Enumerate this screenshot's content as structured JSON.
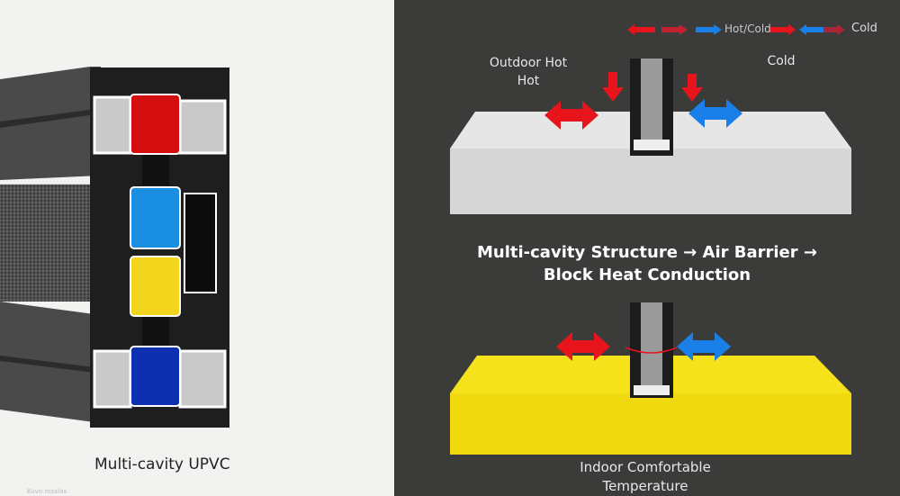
{
  "left_panel": {
    "caption": "Multi-cavity UPVC",
    "watermark": "Kuvo rosalas",
    "chamber_colors": [
      "#d40e0e",
      "#1a8ee0",
      "#f2d51c",
      "#0d2fb0"
    ]
  },
  "right_panel": {
    "legend": {
      "mid_label": "Hot/Cold",
      "end_label": "Cold"
    },
    "top_diagram": {
      "outdoor_label_line1": "Outdoor Hot",
      "outdoor_label_line2": "Hot",
      "cold_label": "Cold"
    },
    "headline": {
      "line1": "Multi-cavity Structure → Air Barrier →",
      "line2": "Block Heat Conduction"
    },
    "bottom_diagram": {
      "label_line1": "Indoor Comfortable",
      "label_line2": "Temperature"
    },
    "colors": {
      "hot": "#e8141c",
      "cold": "#1a7fe8",
      "insulation": "#f5e21a",
      "concrete": "#dcdcdc"
    }
  }
}
